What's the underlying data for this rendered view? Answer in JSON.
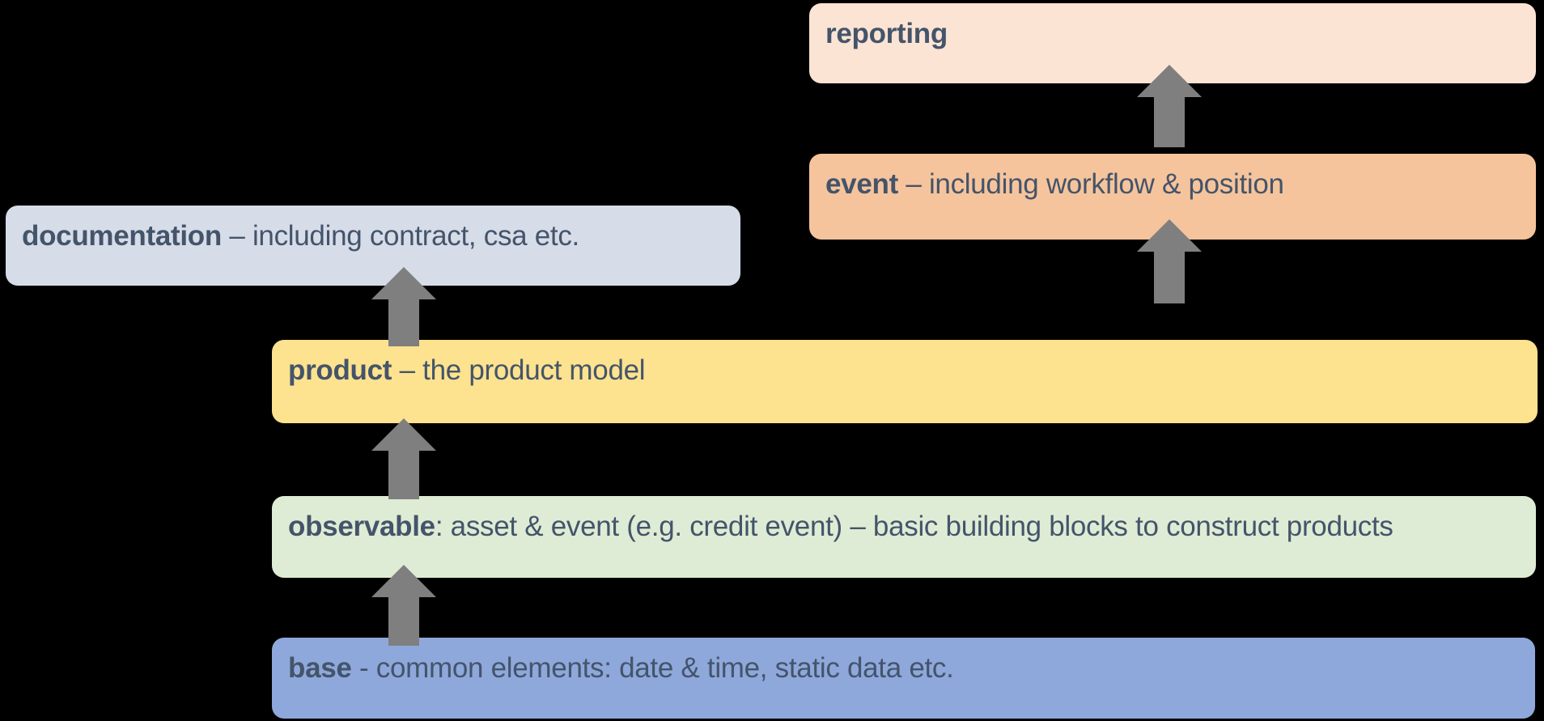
{
  "canvas": {
    "background": "#000000"
  },
  "colors": {
    "text": "#44546A",
    "arrow": "#7F7F7F"
  },
  "boxes": [
    {
      "id": "reporting",
      "keyword": "reporting",
      "rest": "",
      "fill": "#FCE4D4"
    },
    {
      "id": "event",
      "keyword": "event",
      "rest": " – including workflow & position",
      "fill": "#F6C49C"
    },
    {
      "id": "documentation",
      "keyword": "documentation",
      "rest": " – including contract, csa etc.",
      "fill": "#D6DCE8"
    },
    {
      "id": "product",
      "keyword": "product",
      "rest": " – the product model",
      "fill": "#FDE28F"
    },
    {
      "id": "observable",
      "keyword": "observable",
      "rest": ": asset & event (e.g. credit event) – basic building blocks to construct products",
      "fill": "#DFECD5"
    },
    {
      "id": "base",
      "keyword": "base",
      "rest": " - common elements: date & time, static data etc.",
      "fill": "#8EA8DB"
    }
  ],
  "arrows": [
    {
      "id": "event-to-reporting",
      "from": "event",
      "to": "reporting"
    },
    {
      "id": "product-to-event",
      "from": "product",
      "to": "event"
    },
    {
      "id": "product-to-documentation",
      "from": "product",
      "to": "documentation"
    },
    {
      "id": "observable-to-product",
      "from": "observable",
      "to": "product"
    },
    {
      "id": "base-to-observable",
      "from": "base",
      "to": "observable"
    }
  ]
}
